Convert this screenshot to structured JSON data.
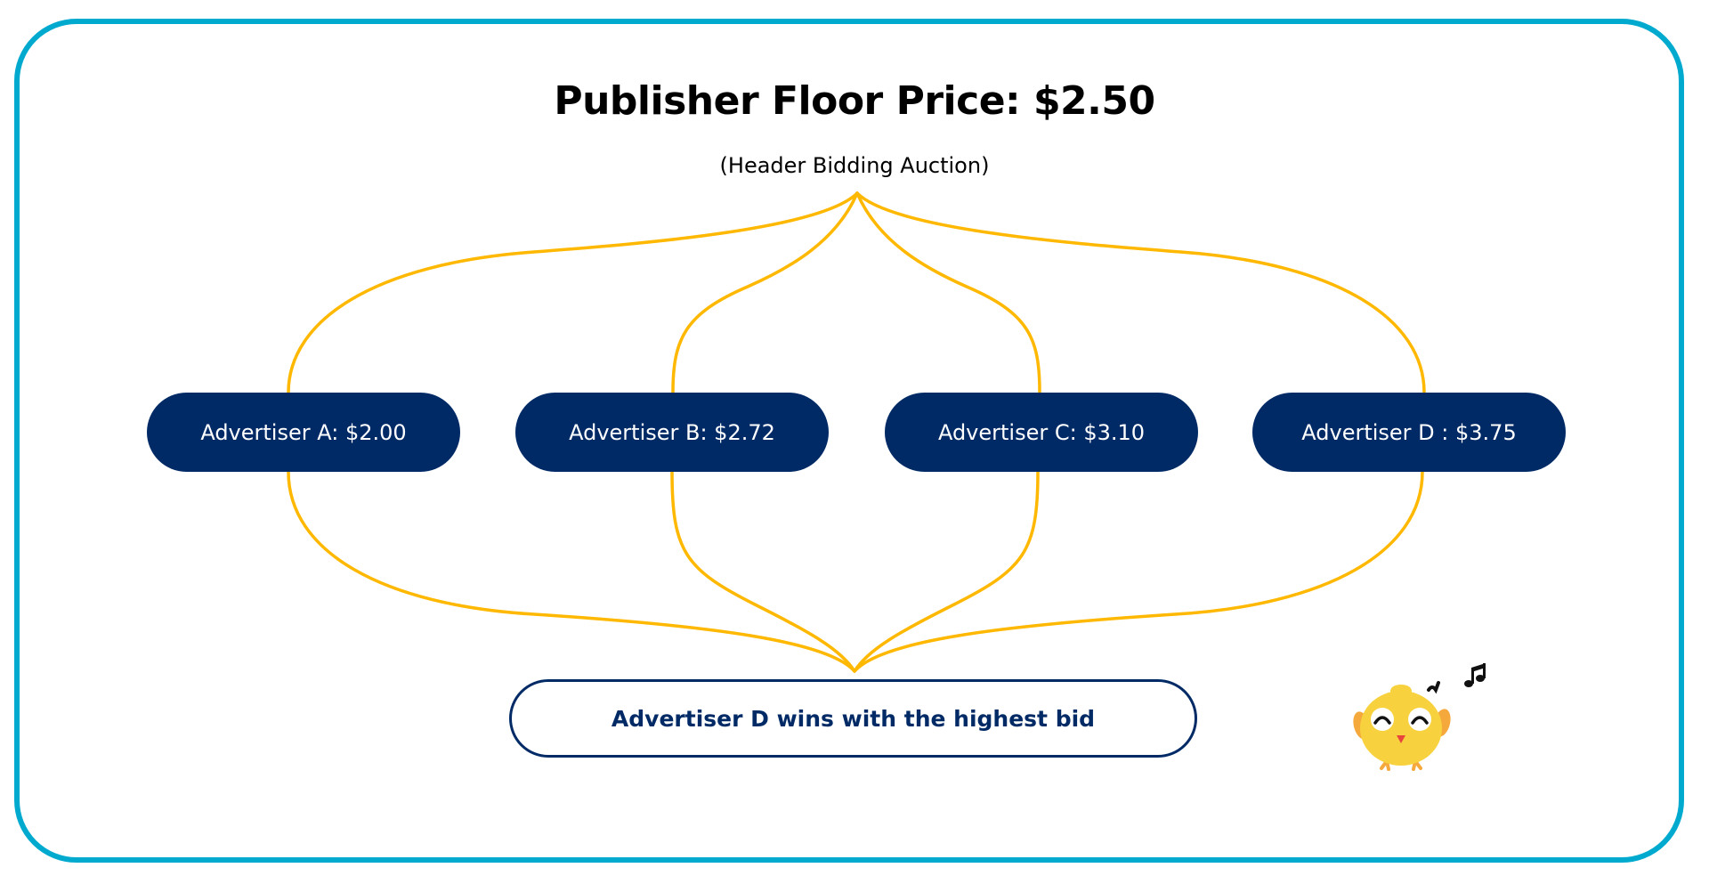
{
  "diagram": {
    "title": "Publisher Floor Price: $2.50",
    "subtitle": "(Header Bidding Auction)",
    "advertisers": [
      {
        "label": "Advertiser A: $2.00",
        "name": "Advertiser A",
        "bid": "$2.00"
      },
      {
        "label": "Advertiser B: $2.72",
        "name": "Advertiser B",
        "bid": "$2.72"
      },
      {
        "label": "Advertiser C: $3.10",
        "name": "Advertiser C",
        "bid": "$3.10"
      },
      {
        "label": "Advertiser D : $3.75",
        "name": "Advertiser D",
        "bid": "$3.75"
      }
    ],
    "result": "Advertiser D wins with the highest bid",
    "mascot": "chick-singing-icon"
  },
  "colors": {
    "frame": "#00AACF",
    "pill_fill": "#002A66",
    "pill_text": "#FFFFFF",
    "connector": "#FFB800",
    "result_border": "#002A66",
    "result_text": "#002A66"
  }
}
